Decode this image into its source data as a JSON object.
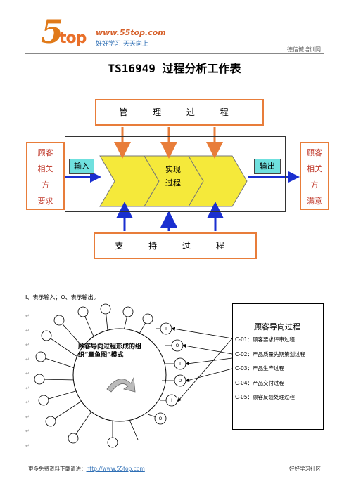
{
  "header": {
    "logo_mark": "5",
    "logo_word": "top",
    "logo_url": "www.55top.com",
    "logo_slogan": "好好学习  天天向上",
    "right_text": "德信诚培训网"
  },
  "title": "TS16949 过程分析工作表",
  "diagram": {
    "management": "管 理 过 程",
    "support": "支 持 过 程",
    "input_label": "输入",
    "output_label": "输出",
    "realize_line1": "实现",
    "realize_line2": "过程",
    "customer_left": [
      "顾客",
      "相关",
      "方",
      "要求"
    ],
    "customer_right": [
      "顾客",
      "相关",
      "方",
      "满意"
    ],
    "colors": {
      "orange": "#e87d3a",
      "blue_arrow": "#1a2fd0",
      "chevron": "#f5e93a",
      "label_fill": "#6fe0de",
      "red_text": "#c0392b"
    }
  },
  "legend": "I、表示输入；O、表示输出。",
  "octopus": {
    "center_text": "顾客导向过程形成的组织“章鱼图”模式",
    "bubbles": [
      "I",
      "O",
      "I",
      "O",
      "I",
      "O"
    ]
  },
  "side_panel": {
    "title": "顾客导向过程",
    "items": [
      "C-01：顾客要求评审过程",
      "C-02：产品质量先期策划过程",
      "C-03：产品生产过程",
      "C-04：产品交付过程",
      "C-05：顾客反馈处理过程"
    ]
  },
  "footer": {
    "left_prefix": "更多免费资料下载请进：",
    "left_url": "http://www.55top.com",
    "right_text": "好好学习社区"
  }
}
